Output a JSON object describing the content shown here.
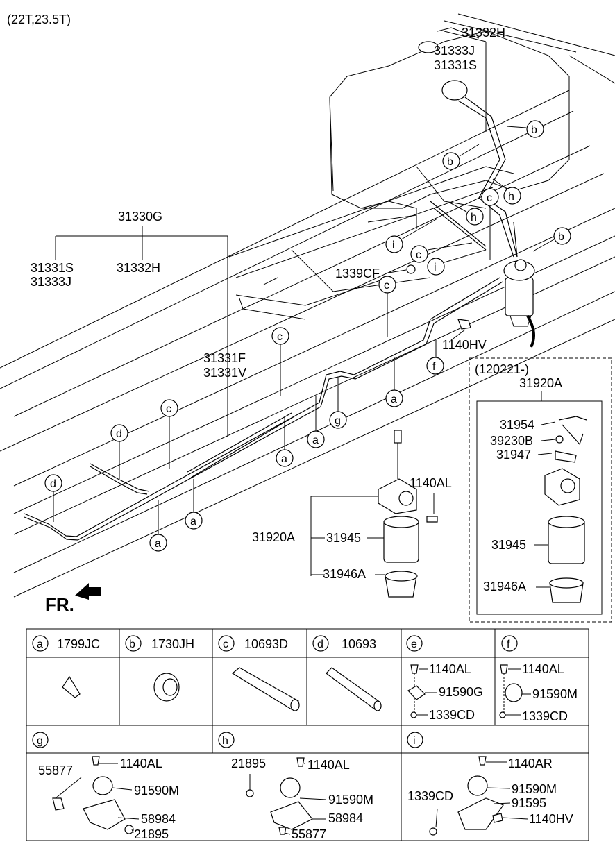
{
  "header": {
    "variant": "(22T,23.5T)"
  },
  "fr_label": "FR.",
  "main_labels": {
    "p31332H_top": "31332H",
    "p31333J_top": "31333J",
    "p31331S_top": "31331S",
    "p31330G": "31330G",
    "p31331S_left": "31331S",
    "p31333J_left": "31333J",
    "p31332H_left": "31332H",
    "p1339CF": "1339CF",
    "p1140HV": "1140HV",
    "p31331F": "31331F",
    "p31331V": "31331V",
    "p1140AL": "1140AL",
    "p31920A": "31920A",
    "p31945": "31945",
    "p31946A": "31946A"
  },
  "callouts": {
    "b": "b",
    "c": "c",
    "d": "d",
    "h": "h",
    "i": "i",
    "a": "a",
    "f": "f",
    "g": "g"
  },
  "inset": {
    "date": "(120221-)",
    "title": "31920A",
    "p31954": "31954",
    "p39230B": "39230B",
    "p31947": "31947",
    "p31945": "31945",
    "p31946A": "31946A"
  },
  "legend": {
    "a": {
      "key": "a",
      "part": "1799JC"
    },
    "b": {
      "key": "b",
      "part": "1730JH"
    },
    "c": {
      "key": "c",
      "part": "10693D"
    },
    "d": {
      "key": "d",
      "part": "10693"
    },
    "e": {
      "key": "e",
      "parts": [
        "1140AL",
        "91590G",
        "1339CD"
      ]
    },
    "f": {
      "key": "f",
      "parts": [
        "1140AL",
        "91590M",
        "1339CD"
      ]
    },
    "g": {
      "key": "g",
      "parts": [
        "55877",
        "1140AL",
        "91590M",
        "58984",
        "21895"
      ]
    },
    "h": {
      "key": "h",
      "parts": [
        "21895",
        "1140AL",
        "91590M",
        "58984",
        "55877"
      ]
    },
    "i": {
      "key": "i",
      "parts": [
        "1140AR",
        "91590M",
        "1339CD",
        "91595",
        "1140HV"
      ]
    }
  }
}
